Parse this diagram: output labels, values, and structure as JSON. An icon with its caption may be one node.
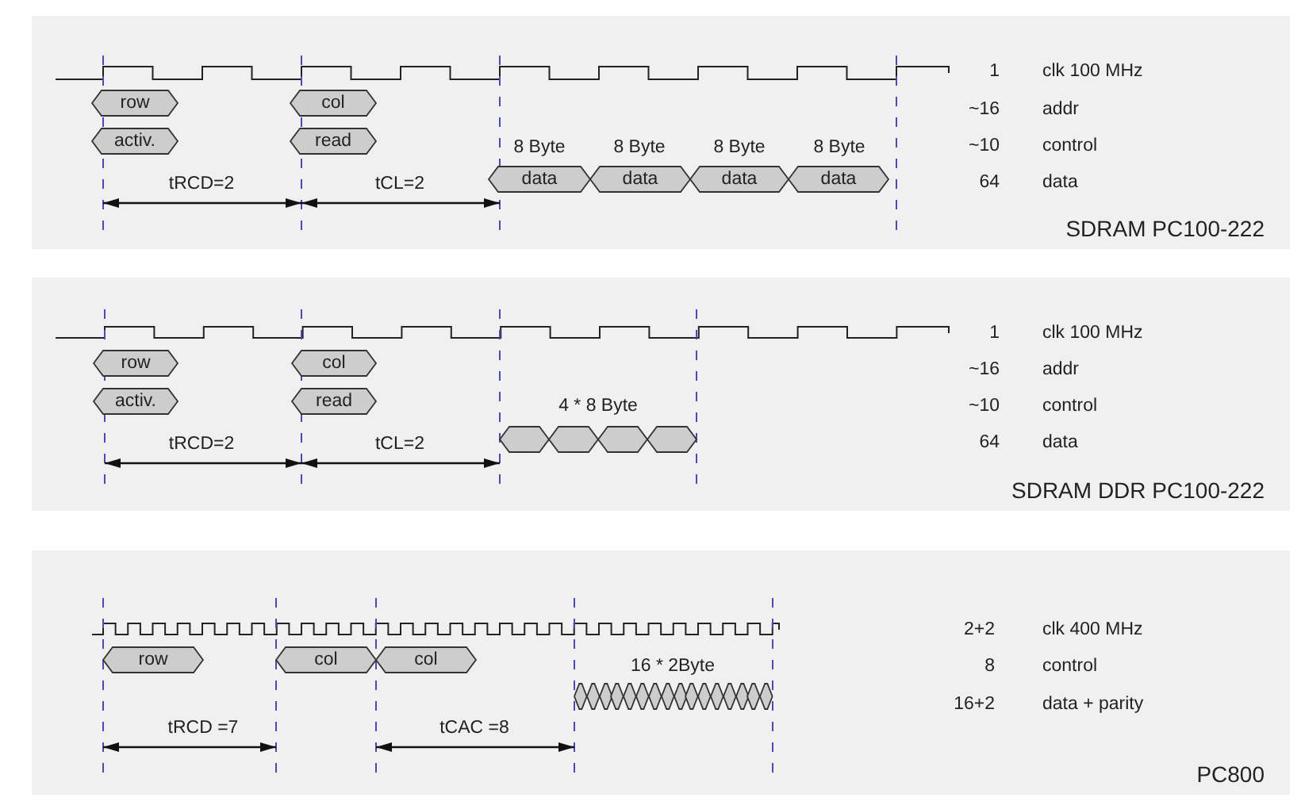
{
  "diagram": {
    "nodes": [
      {
        "text": [
          "SDRAM PC100-222"
        ]
      },
      {
        "text": [
          "row"
        ],
        "in": 0
      },
      {
        "text": [
          "activ."
        ],
        "in": 0
      },
      {
        "text": [
          "col"
        ],
        "in": 0
      },
      {
        "text": [
          "read"
        ],
        "in": 0
      },
      {
        "text": [
          "data"
        ],
        "in": 0
      },
      {
        "text": [
          "data"
        ],
        "in": 0
      },
      {
        "text": [
          "data"
        ],
        "in": 0
      },
      {
        "text": [
          "data"
        ],
        "in": 0
      },
      {
        "text": [
          "SDRAM DDR PC100-222"
        ]
      },
      {
        "text": [
          "row"
        ],
        "in": 9
      },
      {
        "text": [
          "activ."
        ],
        "in": 9
      },
      {
        "text": [
          "col"
        ],
        "in": 9
      },
      {
        "text": [
          "read"
        ],
        "in": 9
      },
      {
        "text": [],
        "shape": "hexagon",
        "in": 9
      },
      {
        "text": [],
        "shape": "hexagon",
        "in": 9
      },
      {
        "text": [],
        "shape": "hexagon",
        "in": 9
      },
      {
        "text": [],
        "shape": "hexagon",
        "in": 9
      },
      {
        "text": [
          "PC800"
        ]
      },
      {
        "text": [
          "row"
        ],
        "in": 18
      },
      {
        "text": [
          "col"
        ],
        "in": 18
      },
      {
        "text": [
          "col"
        ],
        "in": 18
      },
      {
        "text": [],
        "shape": "hexagon",
        "in": 18
      },
      {
        "text": [],
        "shape": "hexagon",
        "in": 18
      },
      {
        "text": [],
        "shape": "hexagon",
        "in": 18
      },
      {
        "text": [],
        "shape": "hexagon",
        "in": 18
      },
      {
        "text": [],
        "shape": "hexagon",
        "in": 18
      },
      {
        "text": [],
        "shape": "hexagon",
        "in": 18
      },
      {
        "text": [],
        "shape": "hexagon",
        "in": 18
      },
      {
        "text": [],
        "shape": "hexagon",
        "in": 18
      },
      {
        "text": [],
        "shape": "hexagon",
        "in": 18
      },
      {
        "text": [],
        "shape": "hexagon",
        "in": 18
      },
      {
        "text": [],
        "shape": "hexagon",
        "in": 18
      },
      {
        "text": [],
        "shape": "hexagon",
        "in": 18
      },
      {
        "text": [],
        "shape": "hexagon",
        "in": 18
      },
      {
        "text": [],
        "shape": "hexagon",
        "in": 18
      },
      {
        "text": [],
        "shape": "hexagon",
        "in": 18
      },
      {
        "text": [],
        "shape": "hexagon",
        "in": 18
      }
    ],
    "labels": [
      "1",
      "clk 100 MHz",
      "~16",
      "addr",
      "8 Byte",
      "8 Byte",
      "8 Byte",
      "8 Byte",
      "~10",
      "control",
      "tRCD=2",
      "tCL=2",
      "64",
      "data",
      "1",
      "clk 100 MHz",
      "~16",
      "addr",
      "4 * 8 Byte",
      "~10",
      "control",
      "tRCD=2",
      "tCL=2",
      "64",
      "data",
      "2+2",
      "clk 400 MHz",
      "16 * 2Byte",
      "8",
      "control",
      "16+2",
      "data + parity",
      "tRCD =7",
      "tCAC =8"
    ]
  }
}
